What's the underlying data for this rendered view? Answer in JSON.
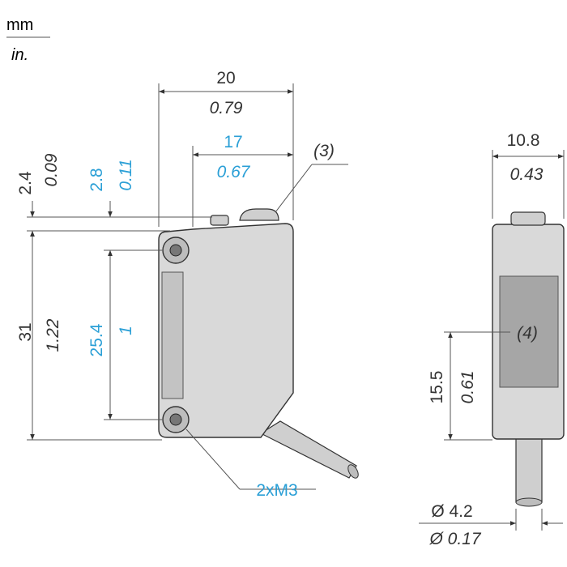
{
  "units": {
    "primary": "mm",
    "secondary": "in."
  },
  "colors": {
    "black_dim": "#333333",
    "blue_dim": "#2a9fd6",
    "body_fill": "#d9d9d9",
    "body_dark": "#b4b4b4",
    "lens_fill": "#a6a6a6",
    "line": "#555555"
  },
  "front_view": {
    "width_mm": "20",
    "width_in": "0.79",
    "hole_spacing_mm": "17",
    "hole_spacing_in": "0.67",
    "top_offset_mm": "2.4",
    "top_offset_in": "0.09",
    "hole_top_mm": "2.8",
    "hole_top_in": "0.11",
    "height_mm": "31",
    "height_in": "1.22",
    "hole_pitch_mm": "25.4",
    "hole_pitch_in": "1",
    "callout_3": "(3)",
    "screw_label": "2xM3"
  },
  "side_view": {
    "width_mm": "10.8",
    "width_in": "0.43",
    "lens_height_mm": "15.5",
    "lens_height_in": "0.61",
    "callout_4": "(4)",
    "cable_dia_mm": "Ø 4.2",
    "cable_dia_in": "Ø 0.17"
  }
}
